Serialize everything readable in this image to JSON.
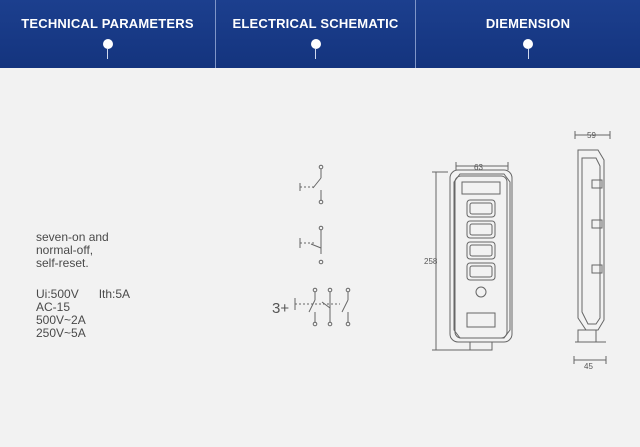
{
  "tabs": [
    {
      "label": "TECHNICAL PARAMETERS"
    },
    {
      "label": "ELECTRICAL SCHEMATIC"
    },
    {
      "label": "DIEMENSION"
    }
  ],
  "technical": {
    "line1": "seven-on and",
    "line2": "normal-off,",
    "line3": "self-reset.",
    "ratings_line": "Ui:500V      Ith:5A",
    "line5": "AC-15",
    "line6": "500V~2A",
    "line7": "250V~5A"
  },
  "schematic": {
    "multiplier": "3+"
  },
  "dimensions": {
    "front_width": "63",
    "height": "258",
    "side_top": "59",
    "side_bottom": "45"
  }
}
